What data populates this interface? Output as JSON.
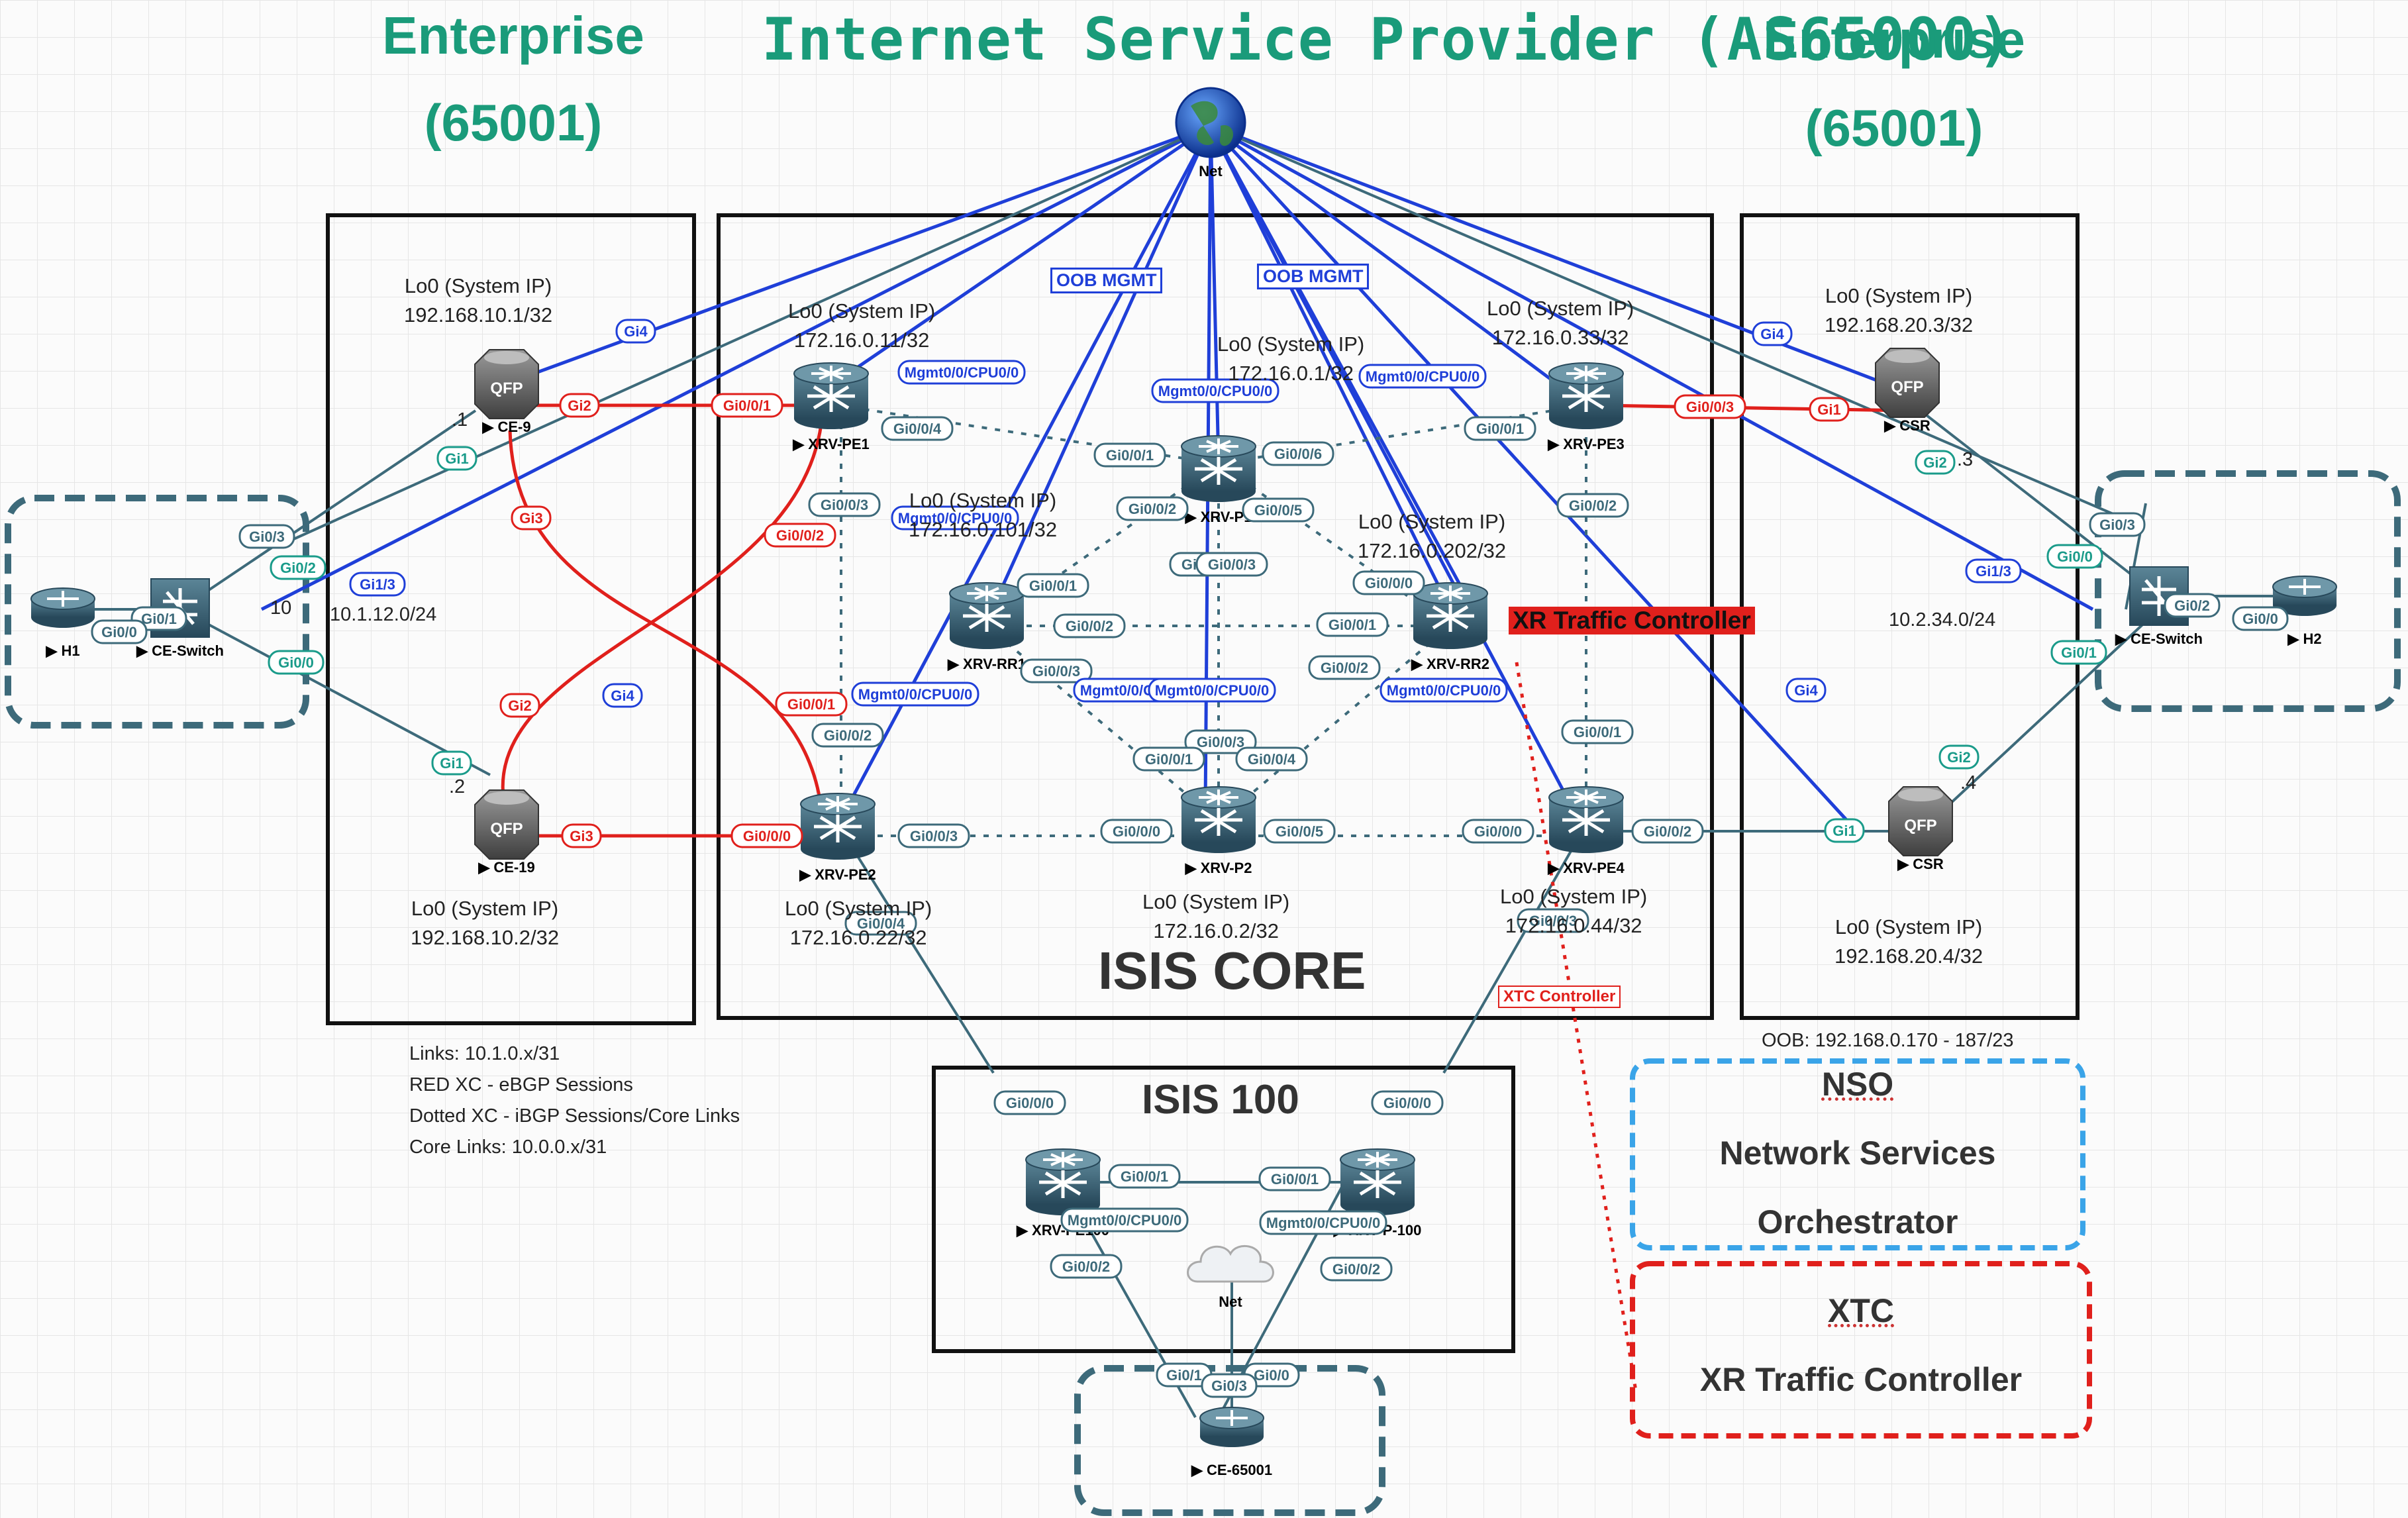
{
  "titles": {
    "isp": "Internet Service Provider (AS65000)",
    "ent_left": "Enterprise",
    "ent_left_as": "(65001)",
    "ent_right": "Enterprise",
    "ent_right_as": "(65001)"
  },
  "colors": {
    "title": "#1a9b7a",
    "ebgp": "#e0201c",
    "mgmt": "#1f3fd8",
    "link": "#3d6a7a",
    "teal": "#1a9b8a",
    "xtc": "#e0201c",
    "nso": "#3aa4e8"
  },
  "nodes": [
    {
      "id": "net",
      "label": "Net",
      "icon": "globe-icon"
    },
    {
      "id": "h1",
      "label": "H1",
      "icon": "router-icon"
    },
    {
      "id": "ce-switch-l",
      "label": "CE-Switch",
      "icon": "switch-icon"
    },
    {
      "id": "ce-9",
      "label": "CE-9",
      "icon": "qfp-router-icon"
    },
    {
      "id": "ce-19",
      "label": "CE-19",
      "icon": "qfp-router-icon"
    },
    {
      "id": "xrv-pe1",
      "label": "XRV-PE1",
      "icon": "xr-router-icon"
    },
    {
      "id": "xrv-pe2",
      "label": "XRV-PE2",
      "icon": "xr-router-icon"
    },
    {
      "id": "xrv-p1",
      "label": "XRV-P1",
      "icon": "xr-router-icon"
    },
    {
      "id": "xrv-rr1",
      "label": "XRV-RR1",
      "icon": "xr-router-icon"
    },
    {
      "id": "xrv-p2",
      "label": "XRV-P2",
      "icon": "xr-router-icon"
    },
    {
      "id": "xrv-rr2",
      "label": "XRV-RR2",
      "icon": "xr-router-icon"
    },
    {
      "id": "xrv-pe3",
      "label": "XRV-PE3",
      "icon": "xr-router-icon"
    },
    {
      "id": "xrv-pe4",
      "label": "XRV-PE4",
      "icon": "xr-router-icon"
    },
    {
      "id": "csr-top",
      "label": "CSR",
      "icon": "qfp-router-icon"
    },
    {
      "id": "csr-bot",
      "label": "CSR",
      "icon": "qfp-router-icon"
    },
    {
      "id": "ce-switch-r",
      "label": "CE-Switch",
      "icon": "switch-icon"
    },
    {
      "id": "h2",
      "label": "H2",
      "icon": "router-icon"
    },
    {
      "id": "xrv-pe100",
      "label": "XRV-PE100",
      "icon": "xr-router-icon"
    },
    {
      "id": "xrv-p100",
      "label": "XRV-P-100",
      "icon": "xr-router-icon"
    },
    {
      "id": "net-cloud",
      "label": "Net",
      "icon": "cloud-icon"
    },
    {
      "id": "ce-65001",
      "label": "CE-65001",
      "icon": "router-icon"
    }
  ],
  "loopbacks": {
    "ce9": {
      "line1": "Lo0 (System IP)",
      "line2": "192.168.10.1/32"
    },
    "ce19": {
      "line1": "Lo0 (System IP)",
      "line2": "192.168.10.2/32"
    },
    "pe1": {
      "line1": "Lo0 (System IP)",
      "line2": "172.16.0.11/32"
    },
    "p1": {
      "line1": "Lo0 (System IP)",
      "line2": "172.16.0.1/32"
    },
    "pe3": {
      "line1": "Lo0 (System IP)",
      "line2": "172.16.0.33/32"
    },
    "rr1": {
      "line1": "Lo0 (System IP)",
      "line2": "172.16.0.101/32"
    },
    "rr2": {
      "line1": "Lo0 (System IP)",
      "line2": "172.16.0.202/32"
    },
    "pe2": {
      "line1": "Lo0 (System IP)",
      "line2": "172.16.0.22/32"
    },
    "p2": {
      "line1": "Lo0 (System IP)",
      "line2": "172.16.0.2/32"
    },
    "pe4": {
      "line1": "Lo0 (System IP)",
      "line2": "172.16.0.44/32"
    },
    "csr3": {
      "line1": "Lo0 (System IP)",
      "line2": "192.168.20.3/32"
    },
    "csr4": {
      "line1": "Lo0 (System IP)",
      "line2": "192.168.20.4/32"
    }
  },
  "boxes": {
    "isis_core": "ISIS CORE",
    "isis_100": "ISIS 100"
  },
  "subnets": {
    "left": "10.1.12.0/24",
    "left_gw": "10",
    "right": "10.2.34.0/24",
    "dot1": ".1",
    "dot2": ".2",
    "dot3": ".3",
    "dot4": ".4"
  },
  "oob_labels": [
    "OOB MGMT",
    "OOB MGMT"
  ],
  "xtc_label": "XR Traffic Controller",
  "xtc_small": "XTC Controller",
  "legend": {
    "links": "Links: 10.1.0.x/31",
    "red": "RED XC - eBGP Sessions",
    "dotted": "Dotted XC - iBGP Sessions/Core Links",
    "core": "Core Links: 10.0.0.x/31"
  },
  "oob_range": "OOB: 192.168.0.170  - 187/23",
  "nso": {
    "title": "NSO",
    "line1": "Network Services",
    "line2": "Orchestrator"
  },
  "xtc": {
    "title": "XTC",
    "line1": "XR Traffic Controller"
  },
  "iface_labels": [
    {
      "t": "Gi4",
      "k": "mgmt"
    },
    {
      "t": "Gi2",
      "k": "ebgp"
    },
    {
      "t": "Gi1",
      "k": "teal"
    },
    {
      "t": "Gi3",
      "k": "ebgp"
    },
    {
      "t": "Gi0/3",
      "k": "link"
    },
    {
      "t": "Gi0/2",
      "k": "teal"
    },
    {
      "t": "Gi1/3",
      "k": "mgmt"
    },
    {
      "t": "Gi0/1",
      "k": "link"
    },
    {
      "t": "Gi0/0",
      "k": "link"
    },
    {
      "t": "Gi0/0",
      "k": "teal"
    },
    {
      "t": "Gi2",
      "k": "ebgp"
    },
    {
      "t": "Gi4",
      "k": "mgmt"
    },
    {
      "t": "Gi1",
      "k": "teal"
    },
    {
      "t": "Gi3",
      "k": "ebgp"
    },
    {
      "t": "Gi0/0/1",
      "k": "ebgp"
    },
    {
      "t": "Mgmt0/0/CPU0/0",
      "k": "mgmt"
    },
    {
      "t": "Gi0/0/4",
      "k": "link"
    },
    {
      "t": "Gi0/0/3",
      "k": "link"
    },
    {
      "t": "Gi0/0/2",
      "k": "ebgp"
    },
    {
      "t": "Gi0/0/1",
      "k": "link"
    },
    {
      "t": "Gi0/0/6",
      "k": "link"
    },
    {
      "t": "Mgmt0/0/CPU0/0",
      "k": "mgmt"
    },
    {
      "t": "Gi0/0/2",
      "k": "link"
    },
    {
      "t": "Gi0/0/5",
      "k": "link"
    },
    {
      "t": "Gi0/0/4",
      "k": "link"
    },
    {
      "t": "Gi0/0/3",
      "k": "link"
    },
    {
      "t": "Mgmt0/0/CPU0/0",
      "k": "mgmt"
    },
    {
      "t": "Gi0/0/1",
      "k": "link"
    },
    {
      "t": "Gi0/0/2",
      "k": "link"
    },
    {
      "t": "Gi0/0/3",
      "k": "link"
    },
    {
      "t": "Mgmt0/0/CPU0/0",
      "k": "mgmt"
    },
    {
      "t": "Gi0/0/0",
      "k": "link"
    },
    {
      "t": "Gi0/0/1",
      "k": "link"
    },
    {
      "t": "Gi0/0/2",
      "k": "link"
    },
    {
      "t": "Mgmt0/0/CPU0/0",
      "k": "mgmt"
    },
    {
      "t": "Mgmt0/0/CPU0/0",
      "k": "mgmt"
    },
    {
      "t": "Gi0/0/3",
      "k": "ebgp"
    },
    {
      "t": "Gi0/0/1",
      "k": "link"
    },
    {
      "t": "Gi0/0/2",
      "k": "link"
    },
    {
      "t": "Gi0/0/1",
      "k": "ebgp"
    },
    {
      "t": "Gi0/0/2",
      "k": "link"
    },
    {
      "t": "Mgmt0/0/CPU0/0",
      "k": "mgmt"
    },
    {
      "t": "Gi0/0/0",
      "k": "ebgp"
    },
    {
      "t": "Gi0/0/3",
      "k": "link"
    },
    {
      "t": "Gi0/0/4",
      "k": "link"
    },
    {
      "t": "Mgmt0/0/CPU0/0",
      "k": "mgmt"
    },
    {
      "t": "Gi0/0/3",
      "k": "link"
    },
    {
      "t": "Gi0/0/1",
      "k": "link"
    },
    {
      "t": "Gi0/0/4",
      "k": "link"
    },
    {
      "t": "Gi0/0/0",
      "k": "link"
    },
    {
      "t": "Gi0/0/5",
      "k": "link"
    },
    {
      "t": "Gi0/0/1",
      "k": "link"
    },
    {
      "t": "Gi0/0/0",
      "k": "link"
    },
    {
      "t": "Gi0/0/2",
      "k": "link"
    },
    {
      "t": "Gi0/0/3",
      "k": "link"
    },
    {
      "t": "Gi1",
      "k": "ebgp"
    },
    {
      "t": "Gi4",
      "k": "mgmt"
    },
    {
      "t": "Gi2",
      "k": "teal"
    },
    {
      "t": "Gi1/3",
      "k": "mgmt"
    },
    {
      "t": "Gi4",
      "k": "mgmt"
    },
    {
      "t": "Gi2",
      "k": "teal"
    },
    {
      "t": "Gi1",
      "k": "teal"
    },
    {
      "t": "Gi0/3",
      "k": "link"
    },
    {
      "t": "Gi0/0",
      "k": "teal"
    },
    {
      "t": "Gi0/2",
      "k": "link"
    },
    {
      "t": "Gi0/0",
      "k": "link"
    },
    {
      "t": "Gi0/1",
      "k": "teal"
    },
    {
      "t": "Gi0/0/0",
      "k": "link"
    },
    {
      "t": "Gi0/0/0",
      "k": "link"
    },
    {
      "t": "Gi0/0/1",
      "k": "link"
    },
    {
      "t": "Gi0/0/1",
      "k": "link"
    },
    {
      "t": "Mgmt0/0/CPU0/0",
      "k": "link"
    },
    {
      "t": "Mgmt0/0/CPU0/0",
      "k": "link"
    },
    {
      "t": "Gi0/0/2",
      "k": "link"
    },
    {
      "t": "Gi0/0/2",
      "k": "link"
    },
    {
      "t": "Gi0/1",
      "k": "link"
    },
    {
      "t": "Gi0/0",
      "k": "link"
    },
    {
      "t": "Gi0/3",
      "k": "link"
    }
  ]
}
